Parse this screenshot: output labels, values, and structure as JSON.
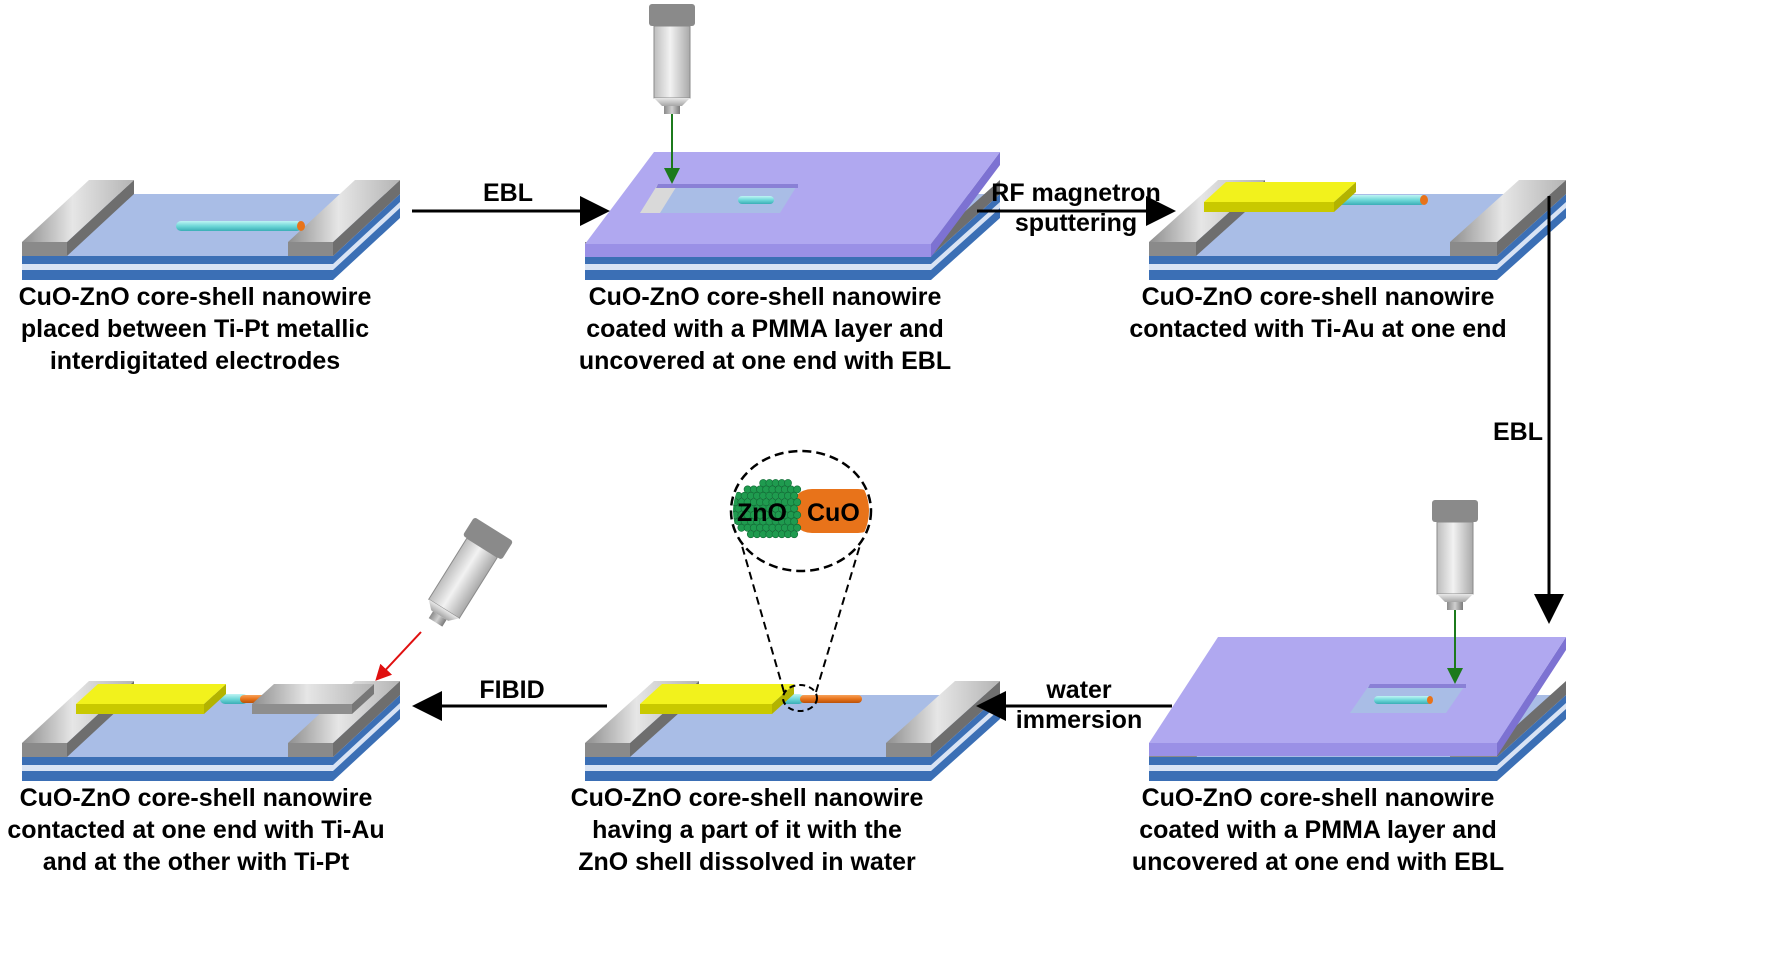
{
  "steps": [
    {
      "caption": [
        "CuO-ZnO core-shell nanowire",
        "placed between Ti-Pt metallic",
        "interdigitated electrodes"
      ]
    },
    {
      "caption": [
        "CuO-ZnO core-shell nanowire",
        "coated with a PMMA layer and",
        "uncovered at one end with EBL"
      ]
    },
    {
      "caption": [
        "CuO-ZnO core-shell nanowire",
        "contacted with Ti-Au at one end"
      ]
    },
    {
      "caption": [
        "CuO-ZnO core-shell nanowire",
        "coated with a PMMA layer and",
        "uncovered at one end with EBL"
      ]
    },
    {
      "caption": [
        "CuO-ZnO core-shell nanowire",
        "having a part of it with the",
        "ZnO shell dissolved in water"
      ]
    },
    {
      "caption": [
        "CuO-ZnO core-shell nanowire",
        "contacted at one end with Ti-Au",
        "and at the other with Ti-Pt"
      ]
    }
  ],
  "processes": {
    "ebl_1": [
      "EBL"
    ],
    "rf_sputtering": [
      "RF magnetron",
      "sputtering"
    ],
    "ebl_2": [
      "EBL"
    ],
    "water_immersion": [
      "water",
      "immersion"
    ],
    "fibid": [
      "FIBID"
    ]
  },
  "inset": {
    "zno_label": "ZnO",
    "cuo_label": "CuO"
  },
  "colors": {
    "substrate_top": "#a9bde6",
    "substrate_blue": "#3b6fb5",
    "electrode": "#c4c4c4",
    "pmma": "#b0a8f0",
    "ti_au": "#f2f21c",
    "nanowire_zno": "#7fdcdc",
    "cuo": "#e8731a",
    "zno_particles": "#1f9b4f",
    "beam_green": "#1c7a1c",
    "beam_red": "#e01010"
  }
}
